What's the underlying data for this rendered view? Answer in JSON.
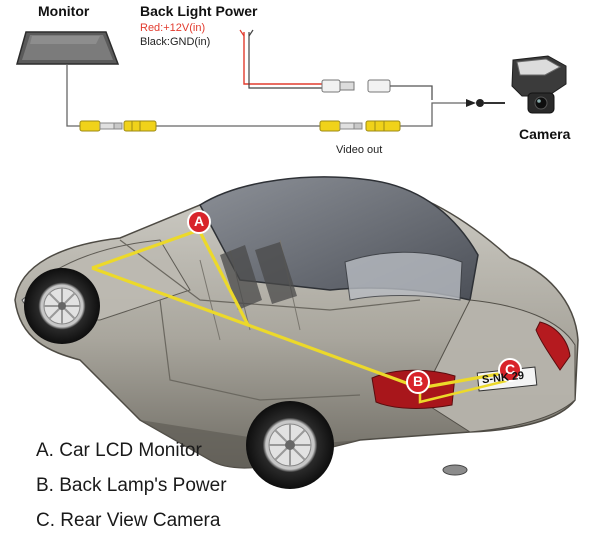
{
  "wiring": {
    "monitor_label": "Monitor",
    "power_label": "Back Light Power",
    "red_wire_label": "Red:+12V(in)",
    "black_wire_label": "Black:GND(in)",
    "camera_label": "Camera",
    "video_out_label": "Video out"
  },
  "markers": [
    {
      "letter": "A"
    },
    {
      "letter": "B"
    },
    {
      "letter": "C"
    }
  ],
  "plate_text": "S-NK 29",
  "legend": [
    "A. Car LCD Monitor",
    "B. Back Lamp's Power",
    "C. Rear View Camera"
  ],
  "colors": {
    "marker_red": "#d8232a",
    "wire_yellow": "#ecd92a",
    "red_wire": "#e23b2e",
    "rca_yellow": "#f0d21a"
  }
}
